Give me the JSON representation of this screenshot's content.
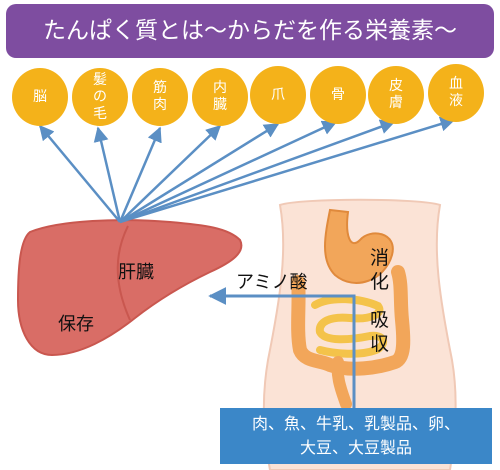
{
  "title": "たんぱく質とは～からだを作る栄養素～",
  "nutrients": [
    "脳",
    "髪の毛",
    "筋肉",
    "内臓",
    "爪",
    "骨",
    "皮膚",
    "血液"
  ],
  "liver": {
    "name": "肝臓",
    "function": "保存"
  },
  "amino_acid": "アミノ酸",
  "digestion": {
    "digest": "消化",
    "absorb": "吸収"
  },
  "foods": {
    "line1": "肉、魚、牛乳、乳製品、卵、",
    "line2": "大豆、大豆製品"
  },
  "colors": {
    "title_bg": "#7e4da0",
    "circle": "#f4b21a",
    "arrow": "#5b8fc4",
    "liver": "#d96d66",
    "food_box": "#3b87c8"
  }
}
